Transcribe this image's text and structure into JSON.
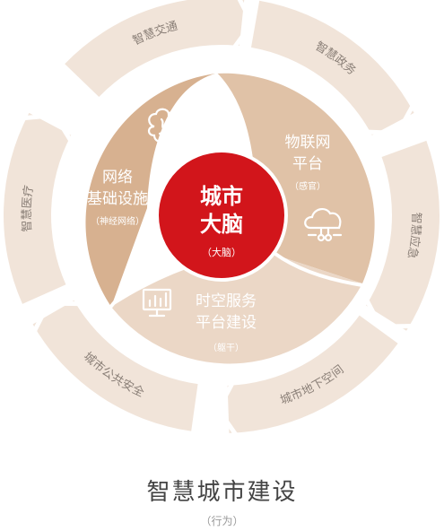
{
  "colors": {
    "outer_ring": "#f1e4d9",
    "outer_text": "#8a7f77",
    "segment_left": "#d7b190",
    "segment_right": "#e0c2a7",
    "segment_bottom": "#ebd7c6",
    "segment_text": "#ffffff",
    "core": "#d2151b",
    "core_text": "#ffffff",
    "caption_main": "#444444",
    "caption_sub": "#999999"
  },
  "outer_ring": [
    {
      "label": "智慧交通"
    },
    {
      "label": "智慧政务"
    },
    {
      "label": "智慧应急"
    },
    {
      "label": "城市地下空间"
    },
    {
      "label": "城市公共安全"
    },
    {
      "label": "智慧医疗"
    }
  ],
  "segments": {
    "left": {
      "line1": "网络",
      "line2": "基础设施",
      "sub": "（神经网络）",
      "icon": "brain-icon"
    },
    "right": {
      "line1": "物联网",
      "line2": "平台",
      "sub": "（感官）",
      "icon": "cloud-network-icon"
    },
    "bottom": {
      "line1": "时空服务",
      "line2": "平台建设",
      "sub": "（躯干）",
      "icon": "chart-monitor-icon"
    }
  },
  "core": {
    "line1": "城市",
    "line2": "大脑",
    "sub": "（大脑）"
  },
  "caption": {
    "main": "智慧城市建设",
    "sub": "（行为）"
  }
}
